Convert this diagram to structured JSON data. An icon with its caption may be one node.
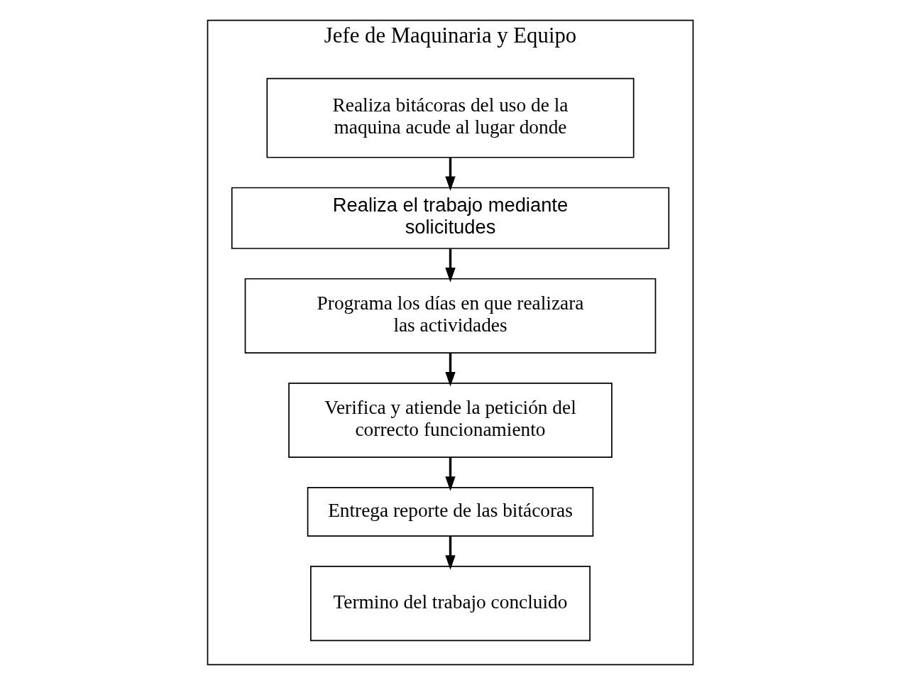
{
  "diagram": {
    "nodes": [
      {
        "text": [
          "Jefe de Maquinaria y Equipo"
        ]
      },
      {
        "text": [
          "Realiza bitácoras del uso de la maquina acude al lugar donde"
        ],
        "in": 0
      },
      {
        "text": [
          "Realiza el trabajo mediante solicitudes"
        ],
        "in": 0
      },
      {
        "text": [
          "Programa los días en que realizara las actividades"
        ],
        "in": 0
      },
      {
        "text": [
          "Verifica y atiende la petición del correcto funcionamiento"
        ],
        "in": 0
      },
      {
        "text": [
          "Entrega reporte de las bitácoras"
        ],
        "in": 0
      },
      {
        "text": [
          "Termino del trabajo concluido"
        ],
        "in": 0
      }
    ],
    "edges": [
      {
        "from": 1,
        "to": 2,
        "arrow": "to"
      },
      {
        "from": 2,
        "to": 3,
        "arrow": "to"
      },
      {
        "from": 3,
        "to": 4,
        "arrow": "to"
      },
      {
        "from": 4,
        "to": 5,
        "arrow": "to"
      },
      {
        "from": 5,
        "to": 6,
        "arrow": "to"
      }
    ]
  }
}
